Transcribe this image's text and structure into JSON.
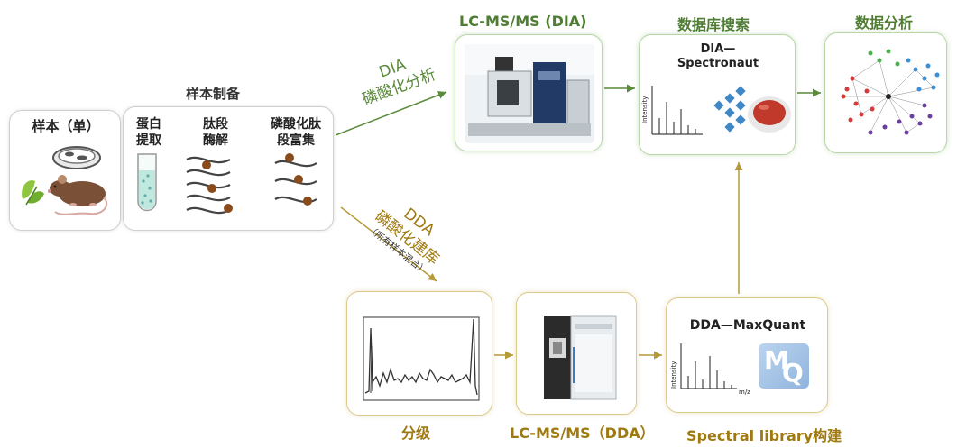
{
  "sample": {
    "title": "样本（单）"
  },
  "prep": {
    "title": "样本制备",
    "step1": [
      "蛋白",
      "提取"
    ],
    "step2": [
      "肽段",
      "酶解"
    ],
    "step3": [
      "磷酸化肽",
      "段富集"
    ]
  },
  "dia_branch": {
    "line1": "DIA",
    "line2": "磷酸化分析"
  },
  "dda_branch": {
    "line1": "DDA",
    "line2": "磷酸化建库",
    "note": "（所有样本混合）"
  },
  "top": {
    "lcms_dia": "LC-MS/MS (DIA)",
    "db_search": "数据库搜索",
    "analysis": "数据分析",
    "spectronaut": [
      "DIA—",
      "Spectronaut"
    ],
    "intensity": "Intensity"
  },
  "bottom": {
    "fraction": "分级",
    "lcms_dda": "LC-MS/MS（DDA）",
    "library": "Spectral library构建",
    "maxquant": "DDA—MaxQuant",
    "mq_logo": [
      "M",
      "Q"
    ],
    "intensity": "Intensity",
    "mz": "m/z"
  },
  "colors": {
    "green": "#4f7d34",
    "gold": "#9e7a10",
    "arrow_green": "#5a8a3a",
    "arrow_gold": "#b69a3a"
  }
}
